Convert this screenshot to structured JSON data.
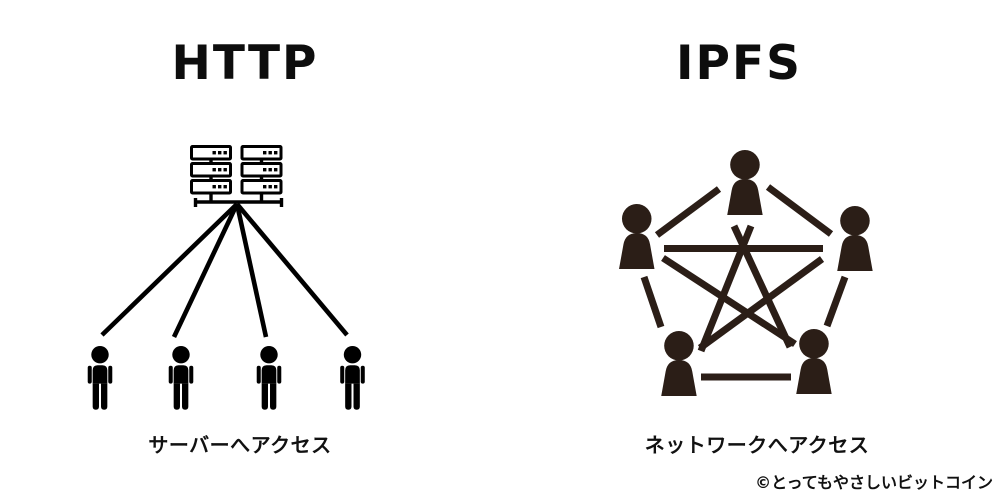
{
  "left_panel": {
    "title": "HTTP",
    "caption": "サーバーへアクセス",
    "icons": [
      "server-stack-icon",
      "person-standing-icon"
    ],
    "client_count": 4,
    "connection_count": 4
  },
  "right_panel": {
    "title": "IPFS",
    "caption": "ネットワークへアクセス",
    "icons": [
      "user-bust-icon"
    ],
    "peer_count": 5,
    "connection_count": 10
  },
  "credit": "©とってもやさしいビットコイン",
  "colors": {
    "background": "#ffffff",
    "left_ink": "#000000",
    "right_ink": "#2b1e17",
    "text": "#111111"
  }
}
